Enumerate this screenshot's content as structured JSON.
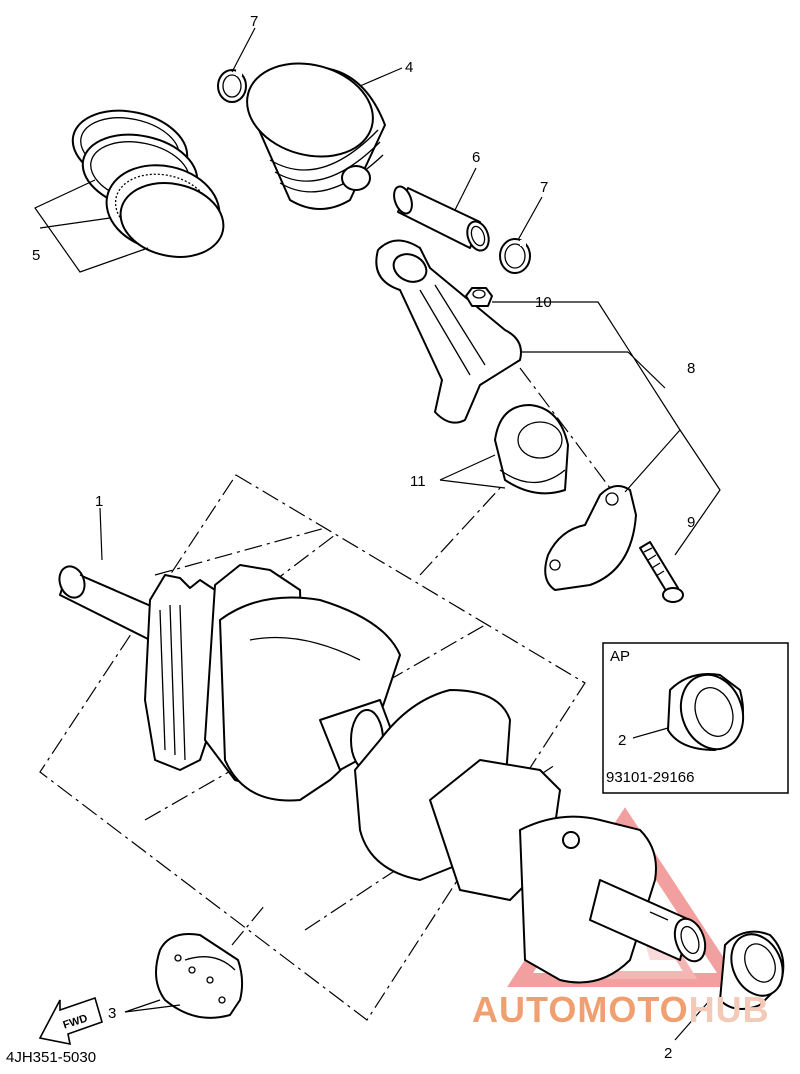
{
  "diagram": {
    "drawing_code": "4JH351-5030",
    "callouts": {
      "c1": "1",
      "c2a": "2",
      "c2b": "2",
      "c3": "3",
      "c4": "4",
      "c5": "5",
      "c6": "6",
      "c7a": "7",
      "c7b": "7",
      "c8": "8",
      "c9": "9",
      "c10": "10",
      "c11": "11"
    },
    "inset": {
      "label": "AP",
      "part_number": "93101-29166"
    },
    "fwd_label": "FWD",
    "watermark": {
      "text_colored": "AUTOMOTO",
      "text_light": "HUB",
      "color": "#e87a5a",
      "light_color": "#f3c9b8"
    }
  }
}
